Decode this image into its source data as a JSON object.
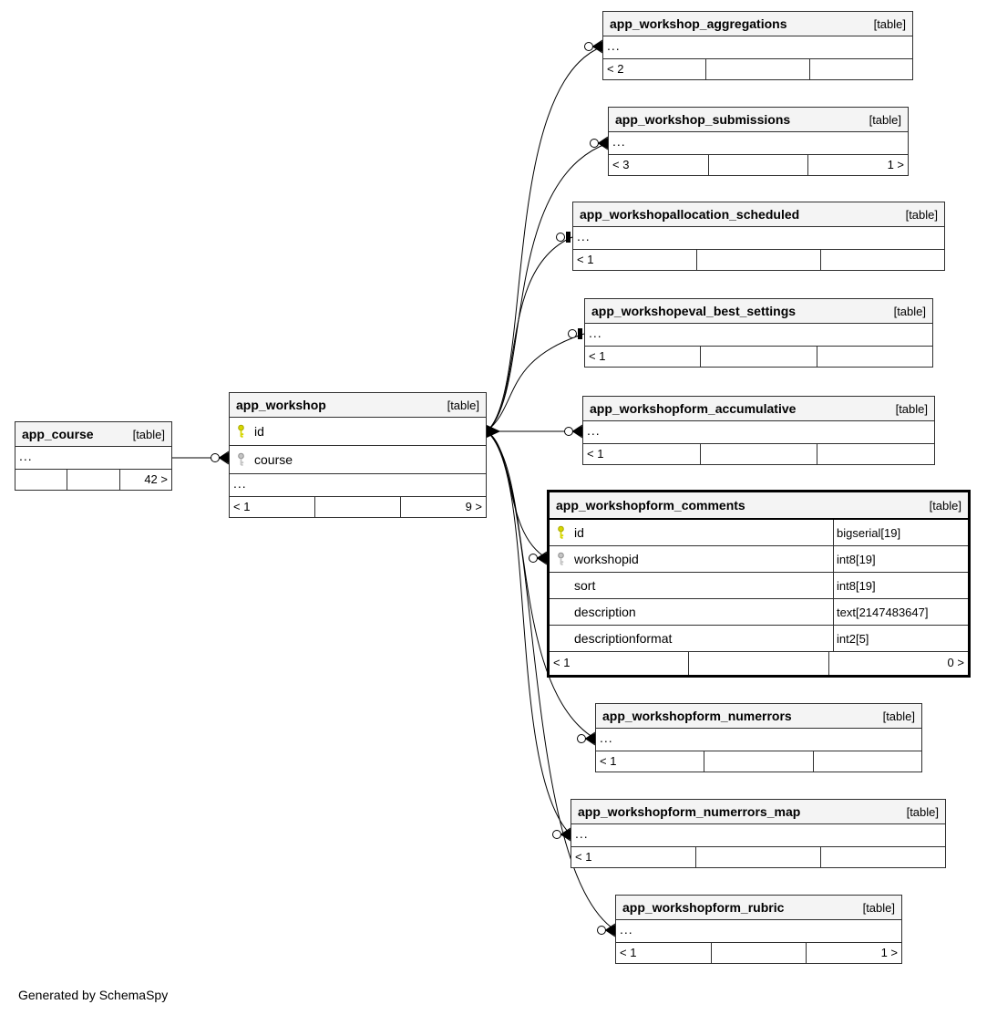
{
  "page": {
    "footer_note": "Generated by SchemaSpy"
  },
  "colors": {
    "header_bg": "#f4f4f4",
    "border": "#2f2f2f",
    "highlight_border": "#000000",
    "primary_key": "#d6d600",
    "foreign_key": "#c4c4c4",
    "line": "#000000"
  },
  "icons": {
    "primary_key": "yellow-key-icon",
    "foreign_key": "gray-key-icon"
  },
  "tables": {
    "app_course": {
      "name": "app_course",
      "tag": "[table]",
      "dots": "...",
      "footer": [
        "",
        "",
        "42 >"
      ]
    },
    "app_workshop": {
      "name": "app_workshop",
      "tag": "[table]",
      "dots": "...",
      "columns": [
        {
          "name": "id",
          "key": "primary"
        },
        {
          "name": "course",
          "key": "foreign"
        }
      ],
      "footer": [
        "< 1",
        "",
        "9 >"
      ]
    },
    "app_workshop_aggregations": {
      "name": "app_workshop_aggregations",
      "tag": "[table]",
      "dots": "...",
      "footer": [
        "< 2",
        "",
        ""
      ]
    },
    "app_workshop_submissions": {
      "name": "app_workshop_submissions",
      "tag": "[table]",
      "dots": "...",
      "footer": [
        "< 3",
        "",
        "1 >"
      ]
    },
    "app_workshopallocation_scheduled": {
      "name": "app_workshopallocation_scheduled",
      "tag": "[table]",
      "dots": "...",
      "footer": [
        "< 1",
        "",
        ""
      ]
    },
    "app_workshopeval_best_settings": {
      "name": "app_workshopeval_best_settings",
      "tag": "[table]",
      "dots": "...",
      "footer": [
        "< 1",
        "",
        ""
      ]
    },
    "app_workshopform_accumulative": {
      "name": "app_workshopform_accumulative",
      "tag": "[table]",
      "dots": "...",
      "footer": [
        "< 1",
        "",
        ""
      ]
    },
    "app_workshopform_comments": {
      "name": "app_workshopform_comments",
      "tag": "[table]",
      "columns": [
        {
          "name": "id",
          "type": "bigserial[19]",
          "key": "primary"
        },
        {
          "name": "workshopid",
          "type": "int8[19]",
          "key": "foreign"
        },
        {
          "name": "sort",
          "type": "int8[19]"
        },
        {
          "name": "description",
          "type": "text[2147483647]"
        },
        {
          "name": "descriptionformat",
          "type": "int2[5]"
        }
      ],
      "footer": [
        "< 1",
        "",
        "0 >"
      ]
    },
    "app_workshopform_numerrors": {
      "name": "app_workshopform_numerrors",
      "tag": "[table]",
      "dots": "...",
      "footer": [
        "< 1",
        "",
        ""
      ]
    },
    "app_workshopform_numerrors_map": {
      "name": "app_workshopform_numerrors_map",
      "tag": "[table]",
      "dots": "...",
      "footer": [
        "< 1",
        "",
        ""
      ]
    },
    "app_workshopform_rubric": {
      "name": "app_workshopform_rubric",
      "tag": "[table]",
      "dots": "...",
      "footer": [
        "< 1",
        "",
        "1 >"
      ]
    }
  },
  "relationships": [
    {
      "from": "app_course",
      "to": "app_workshop",
      "end": "circle-crowfoot"
    },
    {
      "from": "app_workshop",
      "to": "app_workshop_aggregations",
      "end": "circle-crowfoot"
    },
    {
      "from": "app_workshop",
      "to": "app_workshop_submissions",
      "end": "circle-crowfoot"
    },
    {
      "from": "app_workshop",
      "to": "app_workshopallocation_scheduled",
      "end": "circle-bar"
    },
    {
      "from": "app_workshop",
      "to": "app_workshopeval_best_settings",
      "end": "circle-bar"
    },
    {
      "from": "app_workshop",
      "to": "app_workshopform_accumulative",
      "end": "circle-crowfoot"
    },
    {
      "from": "app_workshop",
      "to": "app_workshopform_comments",
      "end": "circle-crowfoot"
    },
    {
      "from": "app_workshop",
      "to": "app_workshopform_numerrors",
      "end": "circle-crowfoot"
    },
    {
      "from": "app_workshop",
      "to": "app_workshopform_numerrors_map",
      "end": "circle-crowfoot"
    },
    {
      "from": "app_workshop",
      "to": "app_workshopform_rubric",
      "end": "circle-crowfoot"
    }
  ]
}
